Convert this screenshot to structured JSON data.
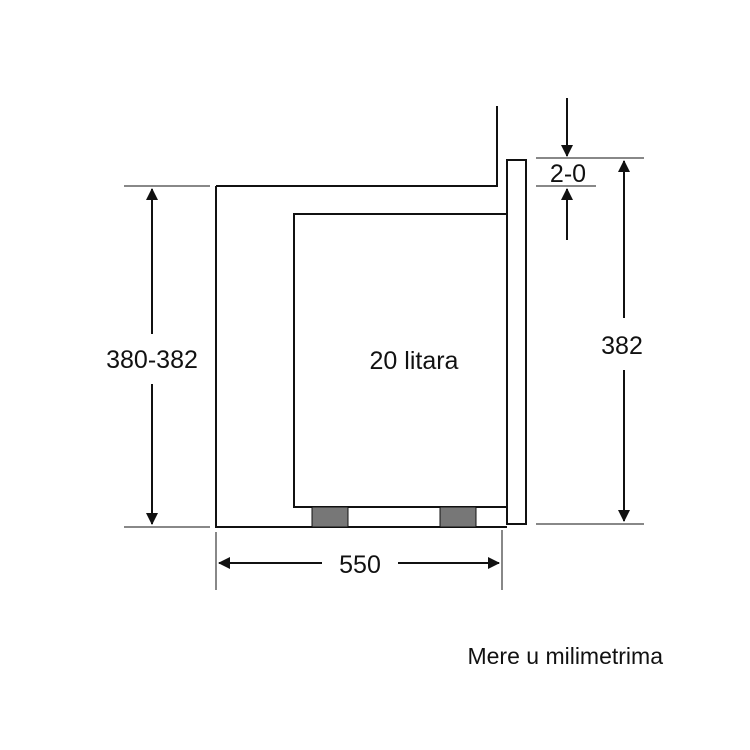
{
  "diagram": {
    "labels": {
      "height_cabinet": "380-382",
      "height_appliance": "382",
      "gap": "2-0",
      "depth": "550",
      "volume": "20 litara"
    },
    "caption": "Mere u milimetrima"
  }
}
